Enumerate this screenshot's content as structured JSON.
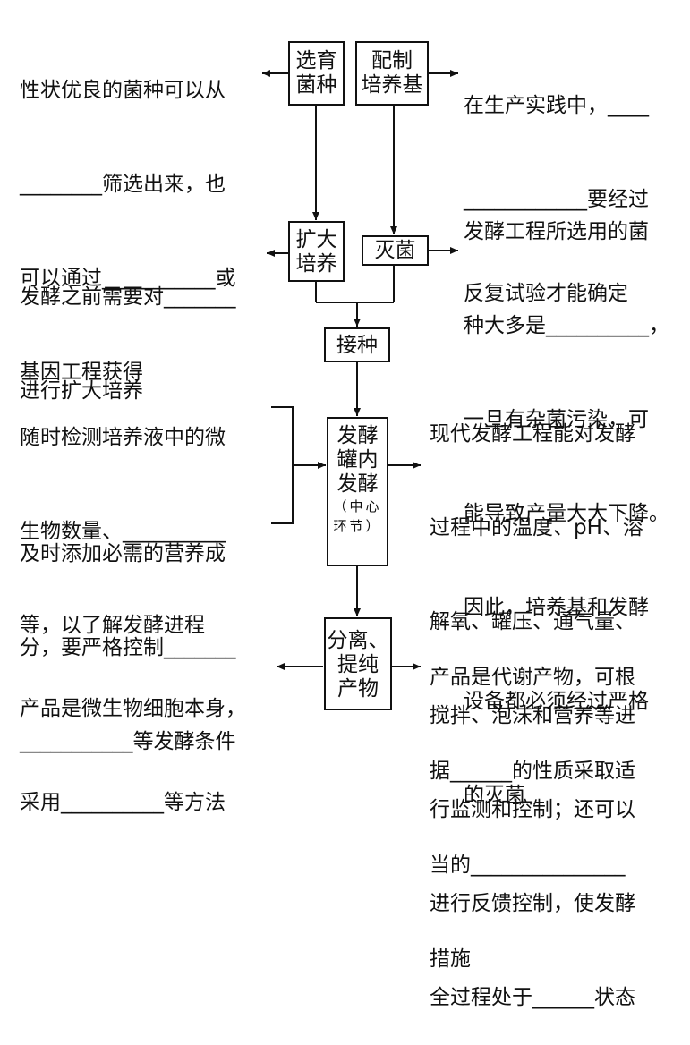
{
  "boxes": {
    "select": [
      "选育",
      "菌种"
    ],
    "medium": [
      "配制",
      "培养基"
    ],
    "expand": [
      "扩大",
      "培养"
    ],
    "sterilize": [
      "灭菌"
    ],
    "inoculate": [
      "接种"
    ],
    "tank": [
      "发酵",
      "罐内",
      "发酵"
    ],
    "tank_note": [
      "（中心",
      "环节）"
    ],
    "separate": [
      "分离、",
      "提纯",
      "产物"
    ]
  },
  "texts": {
    "select_note": [
      "性状优良的菌种可以从",
      "________筛选出来，也",
      "可以通过___________或",
      "基因工程获得"
    ],
    "medium_note": [
      "在生产实践中，____",
      "____________要经过",
      "反复试验才能确定"
    ],
    "expand_note": [
      "发酵之前需要对_______",
      "进行扩大培养"
    ],
    "sterilize_note": [
      "发酵工程所选用的菌",
      "种大多是__________，",
      "一旦有杂菌污染，可",
      "能导致产量大大下降。",
      "因此，培养基和发酵",
      "设备都必须经过严格",
      "的灭菌"
    ],
    "monitor_note1": [
      "随时检测培养液中的微",
      "生物数量、__________",
      "等，以了解发酵进程"
    ],
    "monitor_note2": [
      "及时添加必需的营养成",
      "分，要严格控制_______",
      "___________等发酵条件"
    ],
    "control_note": [
      "现代发酵工程能对发酵",
      "过程中的温度、pH、溶",
      "解氧、罐压、通气量、",
      "搅拌、泡沫和营养等进",
      "行监测和控制；还可以",
      "进行反馈控制，使发酵",
      "全过程处于______状态"
    ],
    "cell_note": [
      "产品是微生物细胞本身，",
      "采用__________等方法"
    ],
    "metabolite_note": [
      "产品是代谢产物，可根",
      "据______的性质采取适",
      "当的_______________",
      "措施"
    ]
  }
}
